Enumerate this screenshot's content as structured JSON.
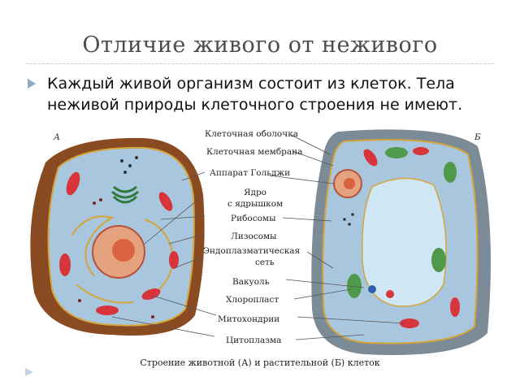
{
  "slide": {
    "title": "Отличие живого от неживого",
    "bullet_text": "Каждый живой организм состоит из клеток. Тела неживой природы клеточного строения не имеют."
  },
  "figure": {
    "panel_left": "А",
    "panel_right": "Б",
    "labels": [
      "Клеточная оболочка",
      "Клеточная мембрана",
      "Аппарат Гольджи",
      "Ядро",
      "с ядрышком",
      "Рибосомы",
      "Лизосомы",
      "Эндоплазматическая",
      "сеть",
      "Вакуоль",
      "Хлоропласт",
      "Митохондрии",
      "Цитоплазма"
    ],
    "caption": "Строение животной (А) и растительной (Б) клеток"
  },
  "colors": {
    "title": "#4d4d4d",
    "bullet": "#8fa6c4",
    "cytoplasm": "#a9c6df",
    "animal_membrane": "#8a4b22",
    "plant_wall": "#7b8b98",
    "vacuole": "#cfe6f5",
    "nucleus": "#d9623f",
    "mitochondria": "#d8343b",
    "chloroplast": "#4f9a4a"
  }
}
